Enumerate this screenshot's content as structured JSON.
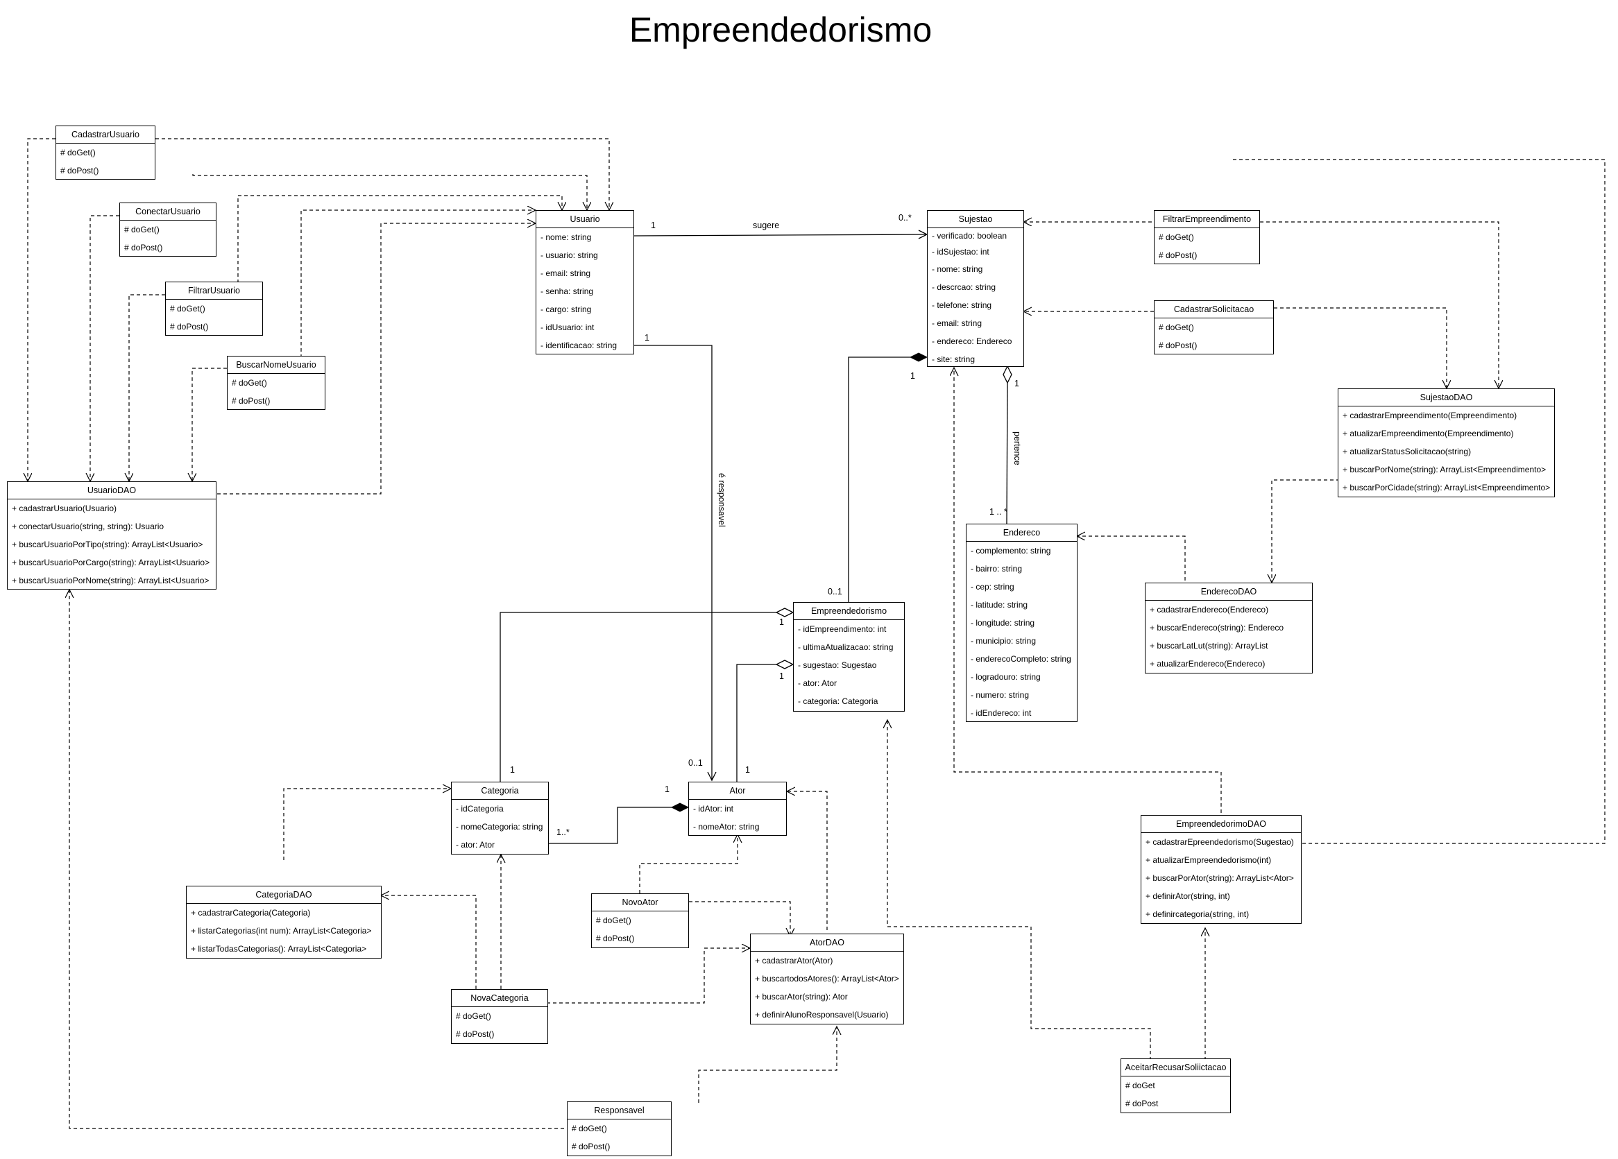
{
  "title": "Empreendedorismo",
  "classes": {
    "cadastrar_usuario": {
      "name": "CadastrarUsuario",
      "members": [
        "# doGet()",
        "# doPost()"
      ]
    },
    "conectar_usuario": {
      "name": "ConectarUsuario",
      "members": [
        "# doGet()",
        "# doPost()"
      ]
    },
    "filtrar_usuario": {
      "name": "FiltrarUsuario",
      "members": [
        "# doGet()",
        "# doPost()"
      ]
    },
    "buscar_nome_usuario": {
      "name": "BuscarNomeUsuario",
      "members": [
        "# doGet()",
        "# doPost()"
      ]
    },
    "usuario": {
      "name": "Usuario",
      "members": [
        "- nome: string",
        "- usuario: string",
        "- email: string",
        "- senha: string",
        "- cargo: string",
        "- idUsuario: int",
        "- identificacao: string"
      ]
    },
    "usuario_dao": {
      "name": "UsuarioDAO",
      "members": [
        "+ cadastrarUsuario(Usuario)",
        "+ conectarUsuario(string, string): Usuario",
        "+ buscarUsuarioPorTipo(string): ArrayList<Usuario>",
        "+ buscarUsuarioPorCargo(string): ArrayList<Usuario>",
        "+ buscarUsuarioPorNome(string): ArrayList<Usuario>"
      ]
    },
    "sujestao": {
      "name": "Sujestao",
      "members": [
        "- verificado: boolean",
        "- idSujestao: int",
        "- nome: string",
        "- descrcao: string",
        "- telefone: string",
        "- email: string",
        "- endereco: Endereco",
        "- site: string"
      ]
    },
    "filtrar_empreendimento": {
      "name": "FiltrarEmpreendimento",
      "members": [
        "# doGet()",
        "# doPost()"
      ]
    },
    "cadastrar_solicitacao": {
      "name": "CadastrarSolicitacao",
      "members": [
        "# doGet()",
        "# doPost()"
      ]
    },
    "sujestao_dao": {
      "name": "SujestaoDAO",
      "members": [
        "+ cadastrarEmpreendimento(Empreendimento)",
        "+ atualizarEmpreendimento(Empreendimento)",
        "+ atualizarStatusSolicitacao(string)",
        "+ buscarPorNome(string): ArrayList<Empreendimento>",
        "+ buscarPorCidade(string): ArrayList<Empreendimento>"
      ]
    },
    "endereco": {
      "name": "Endereco",
      "members": [
        "- complemento: string",
        "- bairro: string",
        "- cep: string",
        "- latitude: string",
        "- longitude: string",
        "- municipio: string",
        "- enderecoCompleto: string",
        "- logradouro: string",
        "- numero: string",
        "- idEndereco: int"
      ]
    },
    "endereco_dao": {
      "name": "EnderecoDAO",
      "members": [
        "+ cadastrarEndereco(Endereco)",
        "+ buscarEndereco(string): Endereco",
        "+ buscarLatLut(string): ArrayList",
        "+ atualizarEndereco(Endereco)"
      ]
    },
    "empreendedorismo": {
      "name": "Empreendedorismo",
      "members": [
        "- idEmpreendimento: int",
        "- ultimaAtualizacao: string",
        "- sugestao: Sugestao",
        "- ator: Ator",
        "- categoria: Categoria"
      ]
    },
    "categoria": {
      "name": "Categoria",
      "members": [
        "- idCategoria",
        "- nomeCategoria: string",
        "- ator: Ator"
      ]
    },
    "ator": {
      "name": "Ator",
      "members": [
        "- idAtor: int",
        "- nomeAtor: string"
      ]
    },
    "categoria_dao": {
      "name": "CategoriaDAO",
      "members": [
        "+ cadastrarCategoria(Categoria)",
        "+ listarCategorias(int num): ArrayList<Categoria>",
        "+ listarTodasCategorias(): ArrayList<Categoria>"
      ]
    },
    "novo_ator": {
      "name": "NovoAtor",
      "members": [
        "# doGet()",
        "# doPost()"
      ]
    },
    "ator_dao": {
      "name": "AtorDAO",
      "members": [
        "+ cadastrarAtor(Ator)",
        "+ buscartodosAtores(): ArrayList<Ator>",
        "+ buscarAtor(string): Ator",
        "+ definirAlunoResponsavel(Usuario)"
      ]
    },
    "nova_categoria": {
      "name": "NovaCategoria",
      "members": [
        "# doGet()",
        "# doPost()"
      ]
    },
    "responsavel": {
      "name": "Responsavel",
      "members": [
        "# doGet()",
        "# doPost()"
      ]
    },
    "empreendedorimo_dao": {
      "name": "EmpreendedorimoDAO",
      "members": [
        "+ cadastrarEpreendedorismo(Sugestao)",
        "+ atualizarEmpreendedorismo(int)",
        "+ buscarPorAtor(string): ArrayList<Ator>",
        "+ definirAtor(string, int)",
        "+ definircategoria(string, int)"
      ]
    },
    "aceitar_recusar": {
      "name": "AceitarRecusarSoliictacao",
      "members": [
        "# doGet",
        "# doPost"
      ]
    }
  },
  "labels": {
    "sugere": "sugere",
    "pertence": "pertence",
    "e_responsavel": "é responsavel",
    "usuario_sugere_mult": "1",
    "sujestao_sugere_mult": "0..*",
    "usuario_resp_mult": "1",
    "sujestao_emp_mult": "1",
    "sujestao_end_mult": "1",
    "endereco_mult": "1 .. *",
    "emp_sujestao_mult": "0..1",
    "emp_categoria_mult": "1",
    "emp_ator_mult": "1",
    "categoria_mult": "1",
    "ator_resp_mult": "0..1",
    "ator_emp_mult": "1",
    "ator_cat_mult": "1",
    "categoria_ator_mult": "1..*"
  }
}
